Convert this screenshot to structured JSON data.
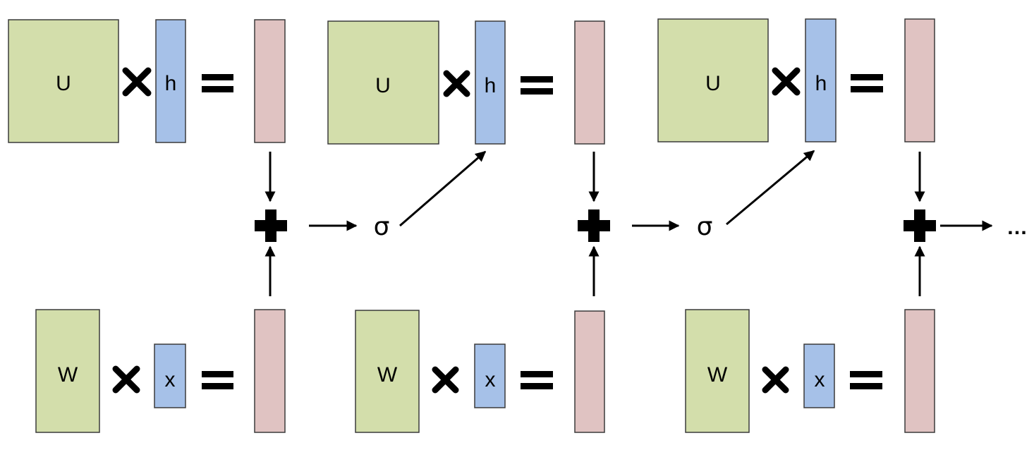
{
  "diagram": {
    "u_label": "U",
    "h_label": "h",
    "w_label": "W",
    "x_label": "x",
    "sigma_label": "σ",
    "ellipsis_label": "…",
    "colors": {
      "matrix_fill": "#d3deab",
      "hidden_vector_fill": "#a6c1e8",
      "input_vector_fill": "#a6c1e8",
      "result_vector_fill": "#e0c3c2",
      "outline": "#3b3b3b",
      "operators": "#000000"
    },
    "icons": {
      "multiply": "multiply-icon",
      "equals": "equals-icon",
      "add": "plus-icon",
      "arrow": "arrow-icon"
    }
  }
}
